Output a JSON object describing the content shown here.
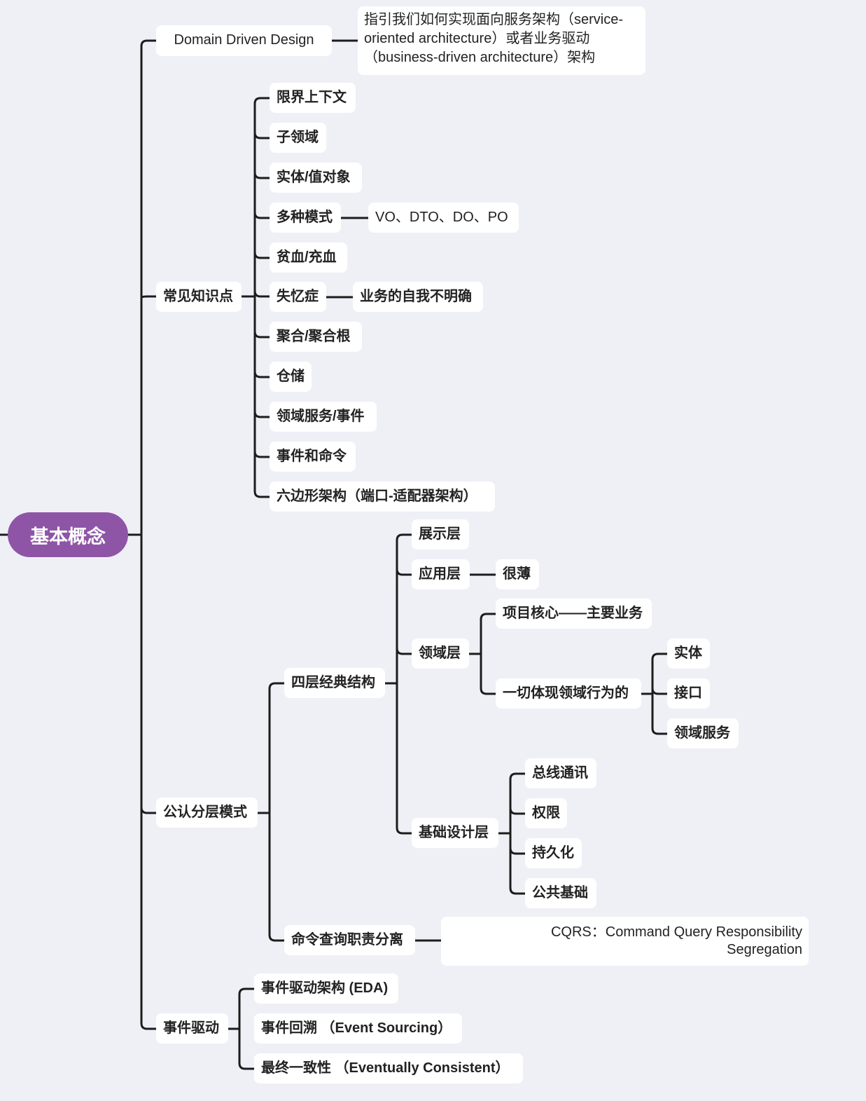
{
  "root": "基本概念",
  "ddd": {
    "label": "Domain Driven Design",
    "note": "指引我们如何实现面向服务架构（service-oriented architecture）或者业务驱动（business-driven architecture）架构"
  },
  "knowledge": {
    "label": "常见知识点",
    "items": {
      "bounded_context": "限界上下文",
      "subdomain": "子领域",
      "entity_vo": "实体/值对象",
      "models": "多种模式",
      "models_detail": "VO、DTO、DO、PO",
      "anemic": "贫血/充血",
      "amnesia": "失忆症",
      "amnesia_detail": "业务的自我不明确",
      "aggregate": "聚合/聚合根",
      "repository": "仓储",
      "domain_service": "领域服务/事件",
      "event_command": "事件和命令",
      "hexagonal": "六边形架构（端口-适配器架构）"
    }
  },
  "layers": {
    "label": "公认分层模式",
    "four_layer": {
      "label": "四层经典结构",
      "presentation": "展示层",
      "application": "应用层",
      "application_detail": "很薄",
      "domain": "领域层",
      "domain_core": "项目核心——主要业务",
      "domain_behavior": "一切体现领域行为的",
      "behavior_items": {
        "entity": "实体",
        "interface": "接口",
        "service": "领域服务"
      },
      "infrastructure": "基础设计层",
      "infra_items": {
        "bus": "总线通讯",
        "permission": "权限",
        "persistence": "持久化",
        "common": "公共基础"
      }
    },
    "cqrs": {
      "label": "命令查询职责分离",
      "detail": "CQRS：Command Query Responsibility Segregation"
    }
  },
  "event_driven": {
    "label": "事件驱动",
    "eda": "事件驱动架构 (EDA)",
    "sourcing": "事件回溯 （Event Sourcing）",
    "consistency": "最终一致性 （Eventually Consistent）"
  }
}
